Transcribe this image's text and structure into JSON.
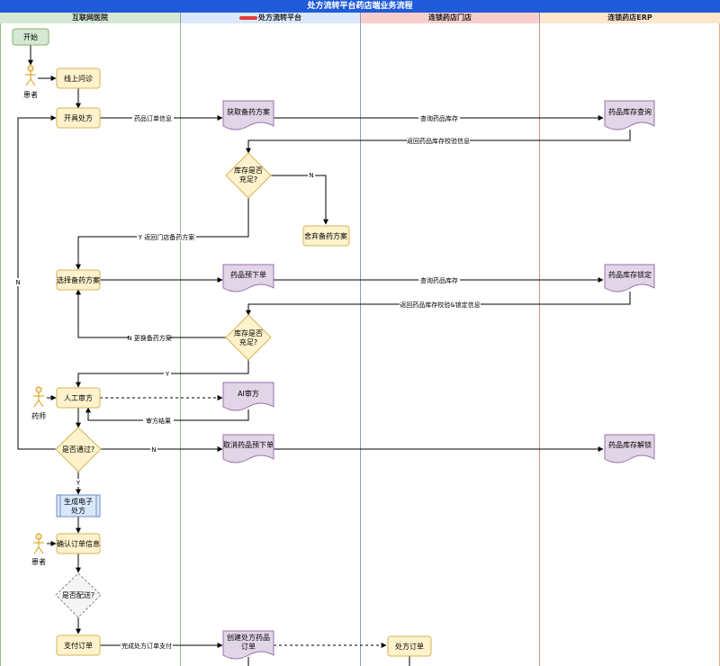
{
  "title": "处方流转平台药店端业务流程",
  "lanes": [
    {
      "id": "hospital",
      "label": "互联网医院"
    },
    {
      "id": "platform",
      "label": "处方流转平台"
    },
    {
      "id": "store",
      "label": "连锁药店门店"
    },
    {
      "id": "erp",
      "label": "连锁药店ERP"
    }
  ],
  "nodes": {
    "start": "开始",
    "patient1": "患者",
    "online_consult": "线上问诊",
    "prescribe": "开具处方",
    "get_plan": "获取备药方案",
    "stock_query": "药品库存查询",
    "stock_enough1": [
      "库存是否",
      "充足?"
    ],
    "discard_plan": "舍弃备药方案",
    "select_plan": "选择备药方案",
    "pre_order": "药品预下单",
    "stock_lock": "药品库存锁定",
    "stock_enough2": [
      "库存是否",
      "充足?"
    ],
    "pharmacist": "药师",
    "manual_review": "人工审方",
    "ai_review": "AI审方",
    "passed": "是否通过?",
    "cancel_pre_order": "取消药品预下单",
    "stock_unlock": "药品库存解锁",
    "gen_rx": [
      "生成电子",
      "处方"
    ],
    "patient2": "患者",
    "confirm_order": "确认订单信息",
    "delivery": "是否配送?",
    "pay_order": "支付订单",
    "create_order": [
      "创建处方药品",
      "订单"
    ],
    "rx_order": "处方订单"
  },
  "edge_labels": {
    "drug_order_info": "药品订单信息",
    "query_stock1": "查询药品库存",
    "return_check": "返回药品库存校验信息",
    "n1": "N",
    "y_return_plan": "Y 返回门店备药方案",
    "query_stock2": "查询药品库存",
    "return_check_lock": "返回药品库存校验&锁定信息",
    "n_change_plan": "N 更换备药方案",
    "y2": "Y",
    "review_result": "审方结果",
    "n_loop": "N",
    "n_cancel": "N",
    "y_pass": "Y",
    "finish_pay": "完成处方订单支付"
  },
  "colors": {
    "title_bg": "#1f5bd8",
    "lane1_head": "#d5e8d4",
    "lane2_head": "#dae8fc",
    "lane3_head": "#f8cecc",
    "lane4_head": "#ffe6cc",
    "process_fill": "#fff2cc",
    "process_stroke": "#d6b656",
    "doc_fill": "#e1d5e7",
    "doc_stroke": "#9673a6",
    "start_fill": "#d5e8d4",
    "start_stroke": "#82b366",
    "subproc_fill": "#dae8fc",
    "subproc_stroke": "#6c8ebf"
  }
}
